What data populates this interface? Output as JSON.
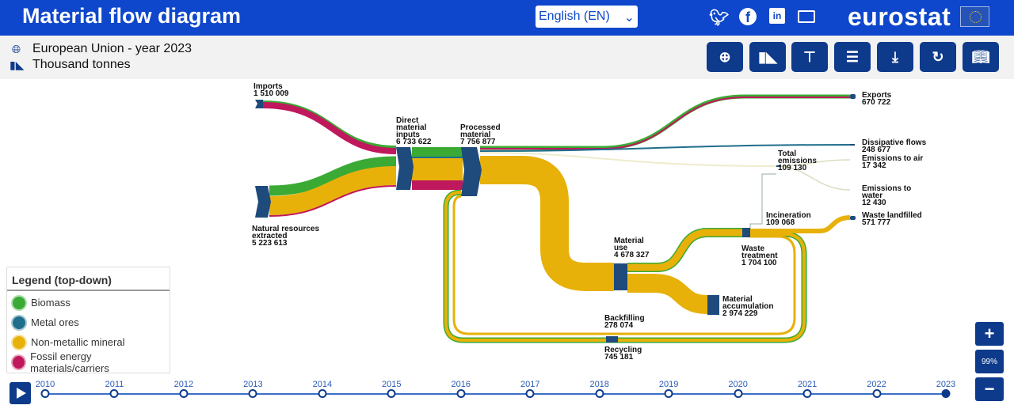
{
  "header": {
    "title": "Material flow diagram",
    "language": "English (EN)",
    "logo": "eurostat",
    "social": [
      "twitter-icon",
      "facebook-icon",
      "linkedin-icon",
      "email-icon"
    ]
  },
  "subheader": {
    "region": "European Union - year 2023",
    "unit": "Thousand tonnes"
  },
  "toolbar": [
    "globe-icon",
    "unit-icon",
    "diagram-icon",
    "menu-icon",
    "download-icon",
    "reset-icon",
    "reader-icon"
  ],
  "nodes": {
    "imports": {
      "name": "Imports",
      "value": "1 510 009"
    },
    "natural": {
      "name": "Natural resources extracted",
      "value": "5 223 613"
    },
    "dmi": {
      "name": "Direct material inputs",
      "value": "6 733 622"
    },
    "processed": {
      "name": "Processed material",
      "value": "7 756 877"
    },
    "exports": {
      "name": "Exports",
      "value": "670 722"
    },
    "dissipative": {
      "name": "Dissipative flows",
      "value": "248 677"
    },
    "total_emissions": {
      "name": "Total emissions",
      "value": "109 130"
    },
    "emissions_air": {
      "name": "Emissions to air",
      "value": "17 342"
    },
    "emissions_water": {
      "name": "Emissions to water",
      "value": "12 430"
    },
    "incineration": {
      "name": "Incineration",
      "value": "109 068"
    },
    "landfilled": {
      "name": "Waste landfilled",
      "value": "571 777"
    },
    "material_use": {
      "name": "Material use",
      "value": "4 678 327"
    },
    "waste_treatment": {
      "name": "Waste treatment",
      "value": "1 704 100"
    },
    "accumulation": {
      "name": "Material accumulation",
      "value": "2 974 229"
    },
    "backfilling": {
      "name": "Backfilling",
      "value": "278 074"
    },
    "recycling": {
      "name": "Recycling",
      "value": "745 181"
    }
  },
  "legend": {
    "title": "Legend (top-down)",
    "items": [
      {
        "label": "Biomass",
        "color": "#3aaa35"
      },
      {
        "label": "Metal ores",
        "color": "#1f6e8c"
      },
      {
        "label": "Non-metallic mineral",
        "color": "#e8b10a"
      },
      {
        "label": "Fossil energy materials/carriers",
        "color": "#c0185c"
      }
    ]
  },
  "timeline": {
    "years": [
      "2010",
      "2011",
      "2012",
      "2013",
      "2014",
      "2015",
      "2016",
      "2017",
      "2018",
      "2019",
      "2020",
      "2021",
      "2022",
      "2023"
    ],
    "selected": "2023"
  },
  "zoom": {
    "plus": "+",
    "level": "99%",
    "minus": "−"
  }
}
